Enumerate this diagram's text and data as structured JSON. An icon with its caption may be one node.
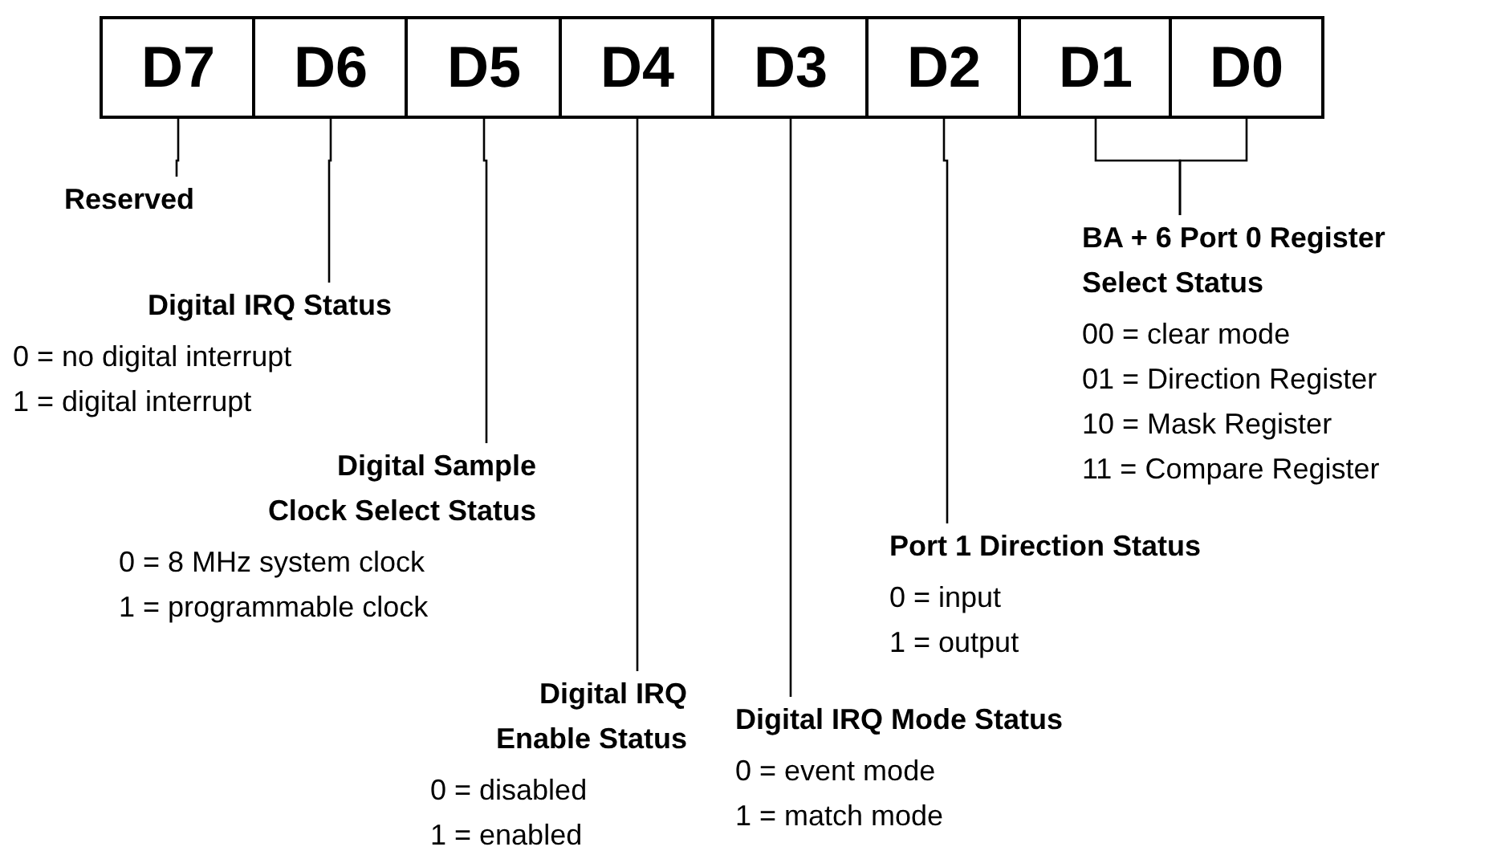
{
  "diagram": {
    "nodes": [
      {
        "text": [
          "D7"
        ]
      },
      {
        "text": [
          "D6"
        ]
      },
      {
        "text": [
          "D5"
        ]
      },
      {
        "text": [
          "D4"
        ]
      },
      {
        "text": [
          "D3"
        ]
      },
      {
        "text": [
          "D2"
        ]
      },
      {
        "text": [
          "D1"
        ]
      },
      {
        "text": [
          "D0"
        ]
      },
      {
        "text": [
          "Reserved"
        ]
      },
      {
        "text": [
          "Digital IRQ Status",
          "0 = no digital interrupt",
          "1 = digital interrupt"
        ]
      },
      {
        "text": [
          "Digital Sample Clock Select Status",
          "0 = 8 MHz system clock",
          "1 = programmable clock"
        ]
      },
      {
        "text": [
          "Digital IRQ Enable Status",
          "0 = disabled",
          "1 = enabled"
        ]
      },
      {
        "text": [
          "Digital IRQ Mode Status",
          "0 = event mode",
          "1 = match mode"
        ]
      },
      {
        "text": [
          "Port 1 Direction Status",
          "0 = input",
          "1 = output"
        ]
      },
      {
        "text": [
          "BA + 6 Port 0 Register Select Status",
          "00 = clear mode",
          "01 = Direction Register",
          "10 = Mask Register",
          "11 = Compare Register"
        ]
      }
    ],
    "edges": [
      {
        "from": 0,
        "to": 8,
        "arrow": "none"
      },
      {
        "from": 1,
        "to": 9,
        "arrow": "none"
      },
      {
        "from": 2,
        "to": 10,
        "arrow": "none"
      },
      {
        "from": 3,
        "to": 11,
        "arrow": "none"
      },
      {
        "from": 4,
        "to": 12,
        "arrow": "none"
      },
      {
        "from": 5,
        "to": 13,
        "arrow": "none"
      },
      {
        "from": 6,
        "to": 14,
        "arrow": "none"
      },
      {
        "from": 7,
        "to": 14,
        "arrow": "none"
      }
    ]
  }
}
